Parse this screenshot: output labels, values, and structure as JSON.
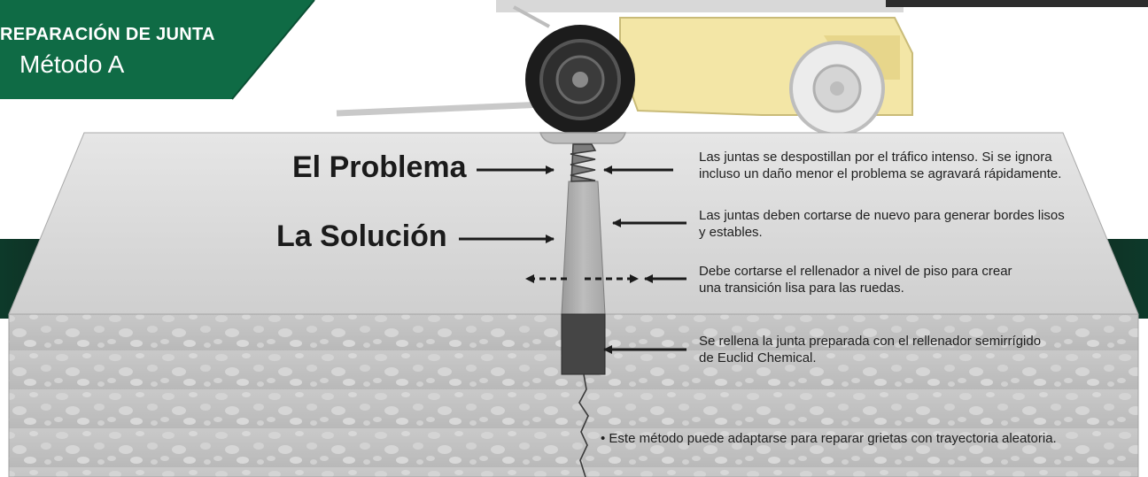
{
  "header": {
    "title": "REPARACIÓN DE JUNTA",
    "subtitle": "Método A"
  },
  "labels": {
    "problem": "El Problema",
    "solution": "La Solución"
  },
  "notes": {
    "problem_note": "Las juntas se despostillan por el tráfico intenso. Si se ignora incluso un daño menor el problema se agravará rápidamente.",
    "recut_note": "Las juntas deben cortarse de nuevo para generar bordes lisos y estables.",
    "filler_cut_note": "Debe cortarse el rellenador a nivel de piso para crear una transición lisa para las ruedas.",
    "refill_note": "Se rellena la junta preparada con el rellenador semirrígido de Euclid Chemical.",
    "adapt_note": "• Este método puede adaptarse para reparar grietas con trayectoria aleatoria."
  },
  "colors": {
    "badge_green": "#0f6b45",
    "slab_top": "#d9d9d9",
    "slab_front": "#c4c4c4",
    "filler": "#454545",
    "forklift_yellow": "#f3e6a6",
    "dark_band": "#132019"
  }
}
